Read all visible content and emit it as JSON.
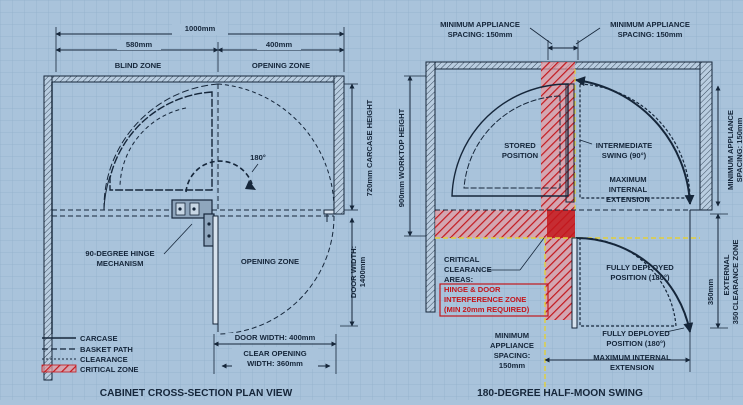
{
  "left": {
    "title": "CABINET CROSS-SECTION PLAN VIEW",
    "overall": "1000mm",
    "blind_width": "580mm",
    "opening_width": "400mm",
    "blind_zone": "BLIND ZONE",
    "opening_zone_top": "OPENING ZONE",
    "opening_zone": "OPENING ZONE",
    "angle": "180°",
    "carcase_height": "720mm CARCASE HEIGHT",
    "door_width_side_1": "DOOR WIDTH:",
    "door_width_side_2": "1400mm",
    "hinge_1": "90-DEGREE HINGE",
    "hinge_2": "MECHANISM",
    "door_width": "DOOR WIDTH: 400mm",
    "clear_opening_1": "CLEAR OPENING",
    "clear_opening_2": "WIDTH: 360mm",
    "legend": {
      "carcase": "CARCASE",
      "basket_path": "BASKET PATH",
      "clearance": "CLEARANCE",
      "critical_zone": "CRITICAL ZONE"
    }
  },
  "right": {
    "title": "180-DEGREE HALF-MOON SWING",
    "min_spacing_left_1": "MINIMUM APPLIANCE",
    "min_spacing_left_2": "SPACING: 150mm",
    "min_spacing_right_1": "MINIMUM APPLIANCE",
    "min_spacing_right_2": "SPACING: 150mm",
    "worktop_height": "900mm WORKTOP HEIGHT",
    "stored_1": "STORED",
    "stored_2": "POSITION",
    "intermediate_1": "INTERMEDIATE",
    "intermediate_2": "SWING (90°)",
    "max_ext_1": "MAXIMUM",
    "max_ext_2": "INTERNAL",
    "max_ext_3": "EXTENSION",
    "right_edge_1": "MINIMUM APPLIANCE",
    "right_edge_2": "SPACING: 150mm",
    "critical_1": "CRITICAL",
    "critical_2": "CLEARANCE",
    "critical_3": "AREAS:",
    "hinge_interf_1": "HINGE & DOOR",
    "hinge_interf_2": "INTERFERENCE ZONE",
    "hinge_interf_3": "(MIN 20mm REQUIRED)",
    "deployed_1": "FULLY DEPLOYED",
    "deployed_2": "POSITION (180°)",
    "deployed_lower_1": "FULLY DEPLOYED",
    "deployed_lower_2": "POSITION (180°)",
    "min_bottom_1": "MINIMUM",
    "min_bottom_2": "APPLIANCE",
    "min_bottom_3": "SPACING:",
    "min_bottom_4": "150mm",
    "max_bottom_1": "MAXIMUM INTERNAL",
    "max_bottom_2": "EXTENSION",
    "external_1": "350mm",
    "external_2": "EXTERNAL",
    "external_3": "CLEARANCE ZONE",
    "external_4": "350"
  },
  "colors": {
    "background": "#a9c3db",
    "ink": "#15263a",
    "critical": "#c3171c",
    "clearance": "#e2cf3a"
  }
}
